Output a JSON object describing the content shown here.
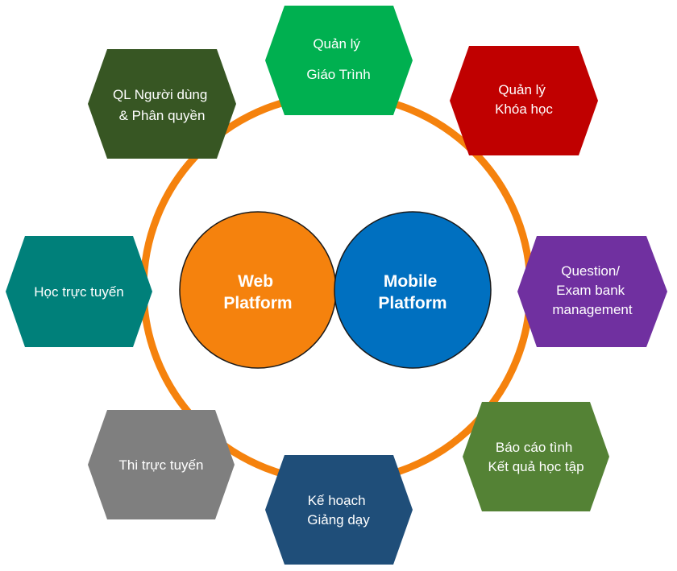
{
  "center": {
    "web": {
      "line1": "Web",
      "line2": "Platform",
      "color": "#f5820d"
    },
    "mobile": {
      "line1": "Mobile",
      "line2": "Platform",
      "color": "#0070c0"
    }
  },
  "ring_color": "#f5820d",
  "modules": {
    "curriculum": {
      "line1": "Quản lý",
      "line2": "Giáo Trình",
      "color": "#00b050"
    },
    "course": {
      "line1": "Quản lý",
      "line2": "Khóa học",
      "color": "#c00000"
    },
    "question_bank": {
      "line1": "Question/",
      "line2": "Exam bank",
      "line3": "management",
      "color": "#7030a0"
    },
    "report": {
      "line1": "Báo cáo tình",
      "line2": "Kết quả học tập",
      "color": "#548235"
    },
    "teaching_plan": {
      "line1": "Kế hoạch",
      "line2": "Giảng dạy",
      "color": "#1f4e79"
    },
    "online_exam": {
      "line1": "Thi trực tuyến",
      "color": "#7f7f7f"
    },
    "online_learning": {
      "line1": "Học trực tuyến",
      "color": "#00807a"
    },
    "user_management": {
      "line1": "QL Người dùng",
      "line2": "& Phân quyền",
      "color": "#375623"
    }
  }
}
